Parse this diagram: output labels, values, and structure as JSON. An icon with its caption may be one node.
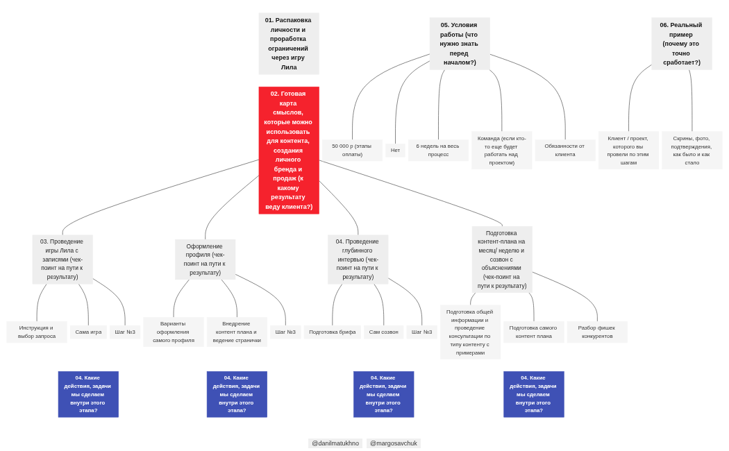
{
  "diagram": {
    "nodes": [
      {
        "text": [
          "01. Распаковка личности и проработка ограничений через игру Лила"
        ]
      },
      {
        "text": [
          "02. Готовая карта смыслов, которые можно использовать для контента, создания личного бренда и продаж (к какому результату веду клиента?)"
        ]
      },
      {
        "text": [
          "03. Проведение игры Лила с записями (чек-поинт на пути к результату)"
        ]
      },
      {
        "text": [
          "Инструкция и выбор запроса"
        ]
      },
      {
        "text": [
          "Сама игра"
        ]
      },
      {
        "text": [
          "Шаг №3"
        ]
      },
      {
        "text": [
          "04. Какие действия, задачи мы сделаем внутри этого этапа?"
        ]
      },
      {
        "text": [
          "Оформление профиля (чек-поинт на пути к результату)"
        ]
      },
      {
        "text": [
          "Варианты оформления самого профиля"
        ]
      },
      {
        "text": [
          "Внедрение контент плана и ведение странички"
        ]
      },
      {
        "text": [
          "Шаг №3"
        ]
      },
      {
        "text": [
          "04. Какие действия, задачи мы сделаем внутри этого этапа?"
        ]
      },
      {
        "text": [
          "04. Проведение глубинного интервью (чек-поинт на пути к результату)"
        ]
      },
      {
        "text": [
          "Подготовка брифа"
        ]
      },
      {
        "text": [
          "Сам созвон"
        ]
      },
      {
        "text": [
          "Шаг №3"
        ]
      },
      {
        "text": [
          "04. Какие действия, задачи мы сделаем внутри этого этапа?"
        ]
      },
      {
        "text": [
          "Подготовка контент-плана на месяц/ неделю и созвон с объяснениями (чек-поинт на пути к результату)"
        ]
      },
      {
        "text": [
          "Подготовка общей информации и проведение консультации по типу контенту с примерами"
        ]
      },
      {
        "text": [
          "Подготовка самого контент плана"
        ]
      },
      {
        "text": [
          "Разбор фишек конкурентов"
        ]
      },
      {
        "text": [
          "04. Какие действия, задачи мы сделаем внутри этого этапа?"
        ]
      },
      {
        "text": [
          "05. Условия работы (что нужно знать перед началом?)"
        ]
      },
      {
        "text": [
          "50 000 р (этапы оплаты)"
        ]
      },
      {
        "text": [
          "Нет"
        ]
      },
      {
        "text": [
          "6 недель на весь процесс"
        ]
      },
      {
        "text": [
          "Команда (если кто-то еще будет работать над проектом)"
        ]
      },
      {
        "text": [
          "Обязанности от клиента"
        ]
      },
      {
        "text": [
          "06. Реальный пример (почему это точно сработает?)"
        ]
      },
      {
        "text": [
          "Клиент / проект, которого вы провели по этим шагам"
        ]
      },
      {
        "text": [
          "Скрины, фото, подтверждения, как было и как стало"
        ]
      }
    ],
    "edges": [
      {
        "from": 1,
        "to": 2,
        "arrow": "none"
      },
      {
        "from": 1,
        "to": 7,
        "arrow": "none"
      },
      {
        "from": 1,
        "to": 12,
        "arrow": "none"
      },
      {
        "from": 1,
        "to": 17,
        "arrow": "none"
      },
      {
        "from": 2,
        "to": 3,
        "arrow": "none"
      },
      {
        "from": 2,
        "to": 4,
        "arrow": "none"
      },
      {
        "from": 2,
        "to": 5,
        "arrow": "none"
      },
      {
        "from": 7,
        "to": 8,
        "arrow": "none"
      },
      {
        "from": 7,
        "to": 9,
        "arrow": "none"
      },
      {
        "from": 7,
        "to": 10,
        "arrow": "none"
      },
      {
        "from": 12,
        "to": 13,
        "arrow": "none"
      },
      {
        "from": 12,
        "to": 14,
        "arrow": "none"
      },
      {
        "from": 12,
        "to": 15,
        "arrow": "none"
      },
      {
        "from": 17,
        "to": 18,
        "arrow": "none"
      },
      {
        "from": 17,
        "to": 19,
        "arrow": "none"
      },
      {
        "from": 17,
        "to": 20,
        "arrow": "none"
      },
      {
        "from": 22,
        "to": 23,
        "arrow": "none"
      },
      {
        "from": 22,
        "to": 24,
        "arrow": "none"
      },
      {
        "from": 22,
        "to": 25,
        "arrow": "none"
      },
      {
        "from": 22,
        "to": 26,
        "arrow": "none"
      },
      {
        "from": 22,
        "to": 27,
        "arrow": "none"
      },
      {
        "from": 28,
        "to": 29,
        "arrow": "none"
      },
      {
        "from": 28,
        "to": 30,
        "arrow": "none"
      }
    ],
    "labels": [
      "@danilmatukhno",
      "@margosavchuk"
    ]
  }
}
